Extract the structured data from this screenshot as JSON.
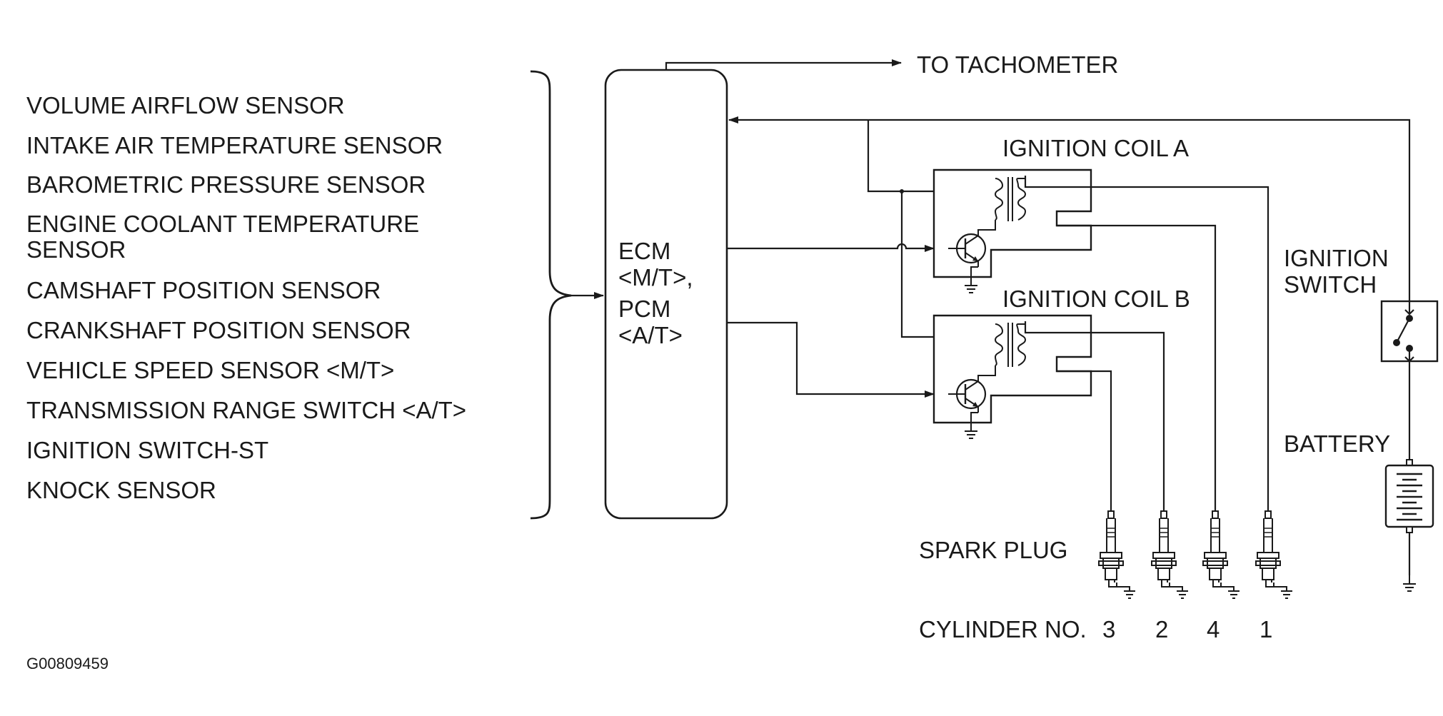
{
  "inputs": [
    "VOLUME AIRFLOW SENSOR",
    "INTAKE AIR TEMPERATURE SENSOR",
    "BAROMETRIC PRESSURE SENSOR",
    "ENGINE COOLANT TEMPERATURE",
    "SENSOR",
    "CAMSHAFT POSITION SENSOR",
    "CRANKSHAFT POSITION SENSOR",
    "VEHICLE SPEED SENSOR <M/T>",
    "TRANSMISSION RANGE SWITCH <A/T>",
    "IGNITION SWITCH-ST",
    "KNOCK SENSOR"
  ],
  "ecm": {
    "line1": "ECM",
    "line2": "<M/T>,",
    "line3": "PCM",
    "line4": "<A/T>"
  },
  "tachometer": "TO TACHOMETER",
  "coil_a": "IGNITION COIL A",
  "coil_b": "IGNITION COIL B",
  "ignition_switch": {
    "line1": "IGNITION",
    "line2": "SWITCH"
  },
  "battery": "BATTERY",
  "spark_plug": "SPARK PLUG",
  "cylinder": {
    "label": "CYLINDER NO.",
    "numbers": [
      "3",
      "2",
      "4",
      "1"
    ]
  },
  "figure_code": "G00809459"
}
